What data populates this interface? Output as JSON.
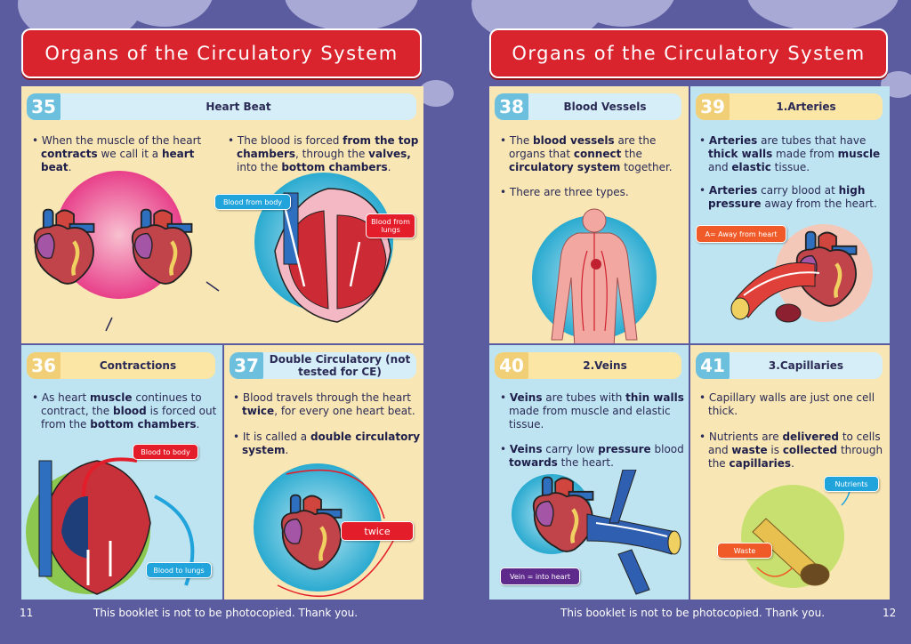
{
  "colors": {
    "background": "#5b5b9f",
    "banner": "#d9232d",
    "panel_yellow": "#f8e6b4",
    "panel_blue": "#bfe4f1"
  },
  "left_page": {
    "title": "Organs of the Circulatory System",
    "page_number": "11",
    "footer": "This booklet is not to be photocopied. Thank you.",
    "sections": [
      {
        "number": "35",
        "title": "Heart Beat",
        "bullets": [
          [
            {
              "t": "• When the muscle of the heart "
            },
            {
              "t": "contracts",
              "b": true
            },
            {
              "t": " we call it a "
            },
            {
              "t": "heart beat",
              "b": true
            },
            {
              "t": "."
            }
          ],
          [
            {
              "t": "• The blood is forced "
            },
            {
              "t": "from the top chambers",
              "b": true
            },
            {
              "t": ", through the "
            },
            {
              "t": "valves,",
              "b": true
            },
            {
              "t": " into the "
            },
            {
              "t": "bottom chambers",
              "b": true
            },
            {
              "t": "."
            }
          ]
        ],
        "labels": [
          "Blood from body",
          "Blood from lungs"
        ]
      },
      {
        "number": "36",
        "title": "Contractions",
        "bullets": [
          [
            {
              "t": "• As heart "
            },
            {
              "t": "muscle",
              "b": true
            },
            {
              "t": " continues to contract, the "
            },
            {
              "t": "blood",
              "b": true
            },
            {
              "t": " is forced out from the "
            },
            {
              "t": "bottom chambers",
              "b": true
            },
            {
              "t": "."
            }
          ]
        ],
        "labels": [
          "Blood to body",
          "Blood to lungs"
        ]
      },
      {
        "number": "37",
        "title": "Double Circulatory (not tested for CE)",
        "bullets": [
          [
            {
              "t": "• Blood travels through the heart "
            },
            {
              "t": "twice",
              "b": true
            },
            {
              "t": ", for every one heart beat."
            }
          ],
          [
            {
              "t": "• It is called a "
            },
            {
              "t": "double circulatory system",
              "b": true
            },
            {
              "t": "."
            }
          ]
        ],
        "labels": [
          "twice"
        ]
      }
    ]
  },
  "right_page": {
    "title": "Organs of the Circulatory System",
    "page_number": "12",
    "footer": "This booklet is not to be photocopied. Thank you.",
    "sections": [
      {
        "number": "38",
        "title": "Blood Vessels",
        "bullets": [
          [
            {
              "t": "• The "
            },
            {
              "t": "blood vessels",
              "b": true
            },
            {
              "t": " are the organs that "
            },
            {
              "t": "connect",
              "b": true
            },
            {
              "t": " the "
            },
            {
              "t": "circulatory system",
              "b": true
            },
            {
              "t": " together."
            }
          ],
          [
            {
              "t": "• There are three types."
            }
          ]
        ]
      },
      {
        "number": "39",
        "title": "1.Arteries",
        "bullets": [
          [
            {
              "t": "• "
            },
            {
              "t": "Arteries",
              "b": true
            },
            {
              "t": " are tubes that have "
            },
            {
              "t": "thick walls",
              "b": true
            },
            {
              "t": " made from "
            },
            {
              "t": "muscle",
              "b": true
            },
            {
              "t": " and "
            },
            {
              "t": "elastic",
              "b": true
            },
            {
              "t": " tissue."
            }
          ],
          [
            {
              "t": "• "
            },
            {
              "t": "Arteries",
              "b": true
            },
            {
              "t": " carry blood at "
            },
            {
              "t": "high pressure",
              "b": true
            },
            {
              "t": " away from the heart."
            }
          ]
        ],
        "labels": [
          "A= Away from heart"
        ]
      },
      {
        "number": "40",
        "title": "2.Veins",
        "bullets": [
          [
            {
              "t": "• "
            },
            {
              "t": "Veins",
              "b": true
            },
            {
              "t": " are tubes with "
            },
            {
              "t": "thin walls",
              "b": true
            },
            {
              "t": " made from muscle and elastic tissue."
            }
          ],
          [
            {
              "t": "• "
            },
            {
              "t": "Veins",
              "b": true
            },
            {
              "t": " carry low "
            },
            {
              "t": "pressure",
              "b": true
            },
            {
              "t": " blood "
            },
            {
              "t": "towards",
              "b": true
            },
            {
              "t": " the heart."
            }
          ]
        ],
        "labels": [
          "Vein = into heart"
        ]
      },
      {
        "number": "41",
        "title": "3.Capillaries",
        "bullets": [
          [
            {
              "t": "• Capillary walls are just one cell thick."
            }
          ],
          [
            {
              "t": "• Nutrients are "
            },
            {
              "t": "delivered",
              "b": true
            },
            {
              "t": " to cells and "
            },
            {
              "t": "waste",
              "b": true
            },
            {
              "t": " is "
            },
            {
              "t": "collected",
              "b": true
            },
            {
              "t": " through the "
            },
            {
              "t": "capillaries",
              "b": true
            },
            {
              "t": "."
            }
          ]
        ],
        "labels": [
          "Nutrients",
          "Waste"
        ]
      }
    ]
  }
}
